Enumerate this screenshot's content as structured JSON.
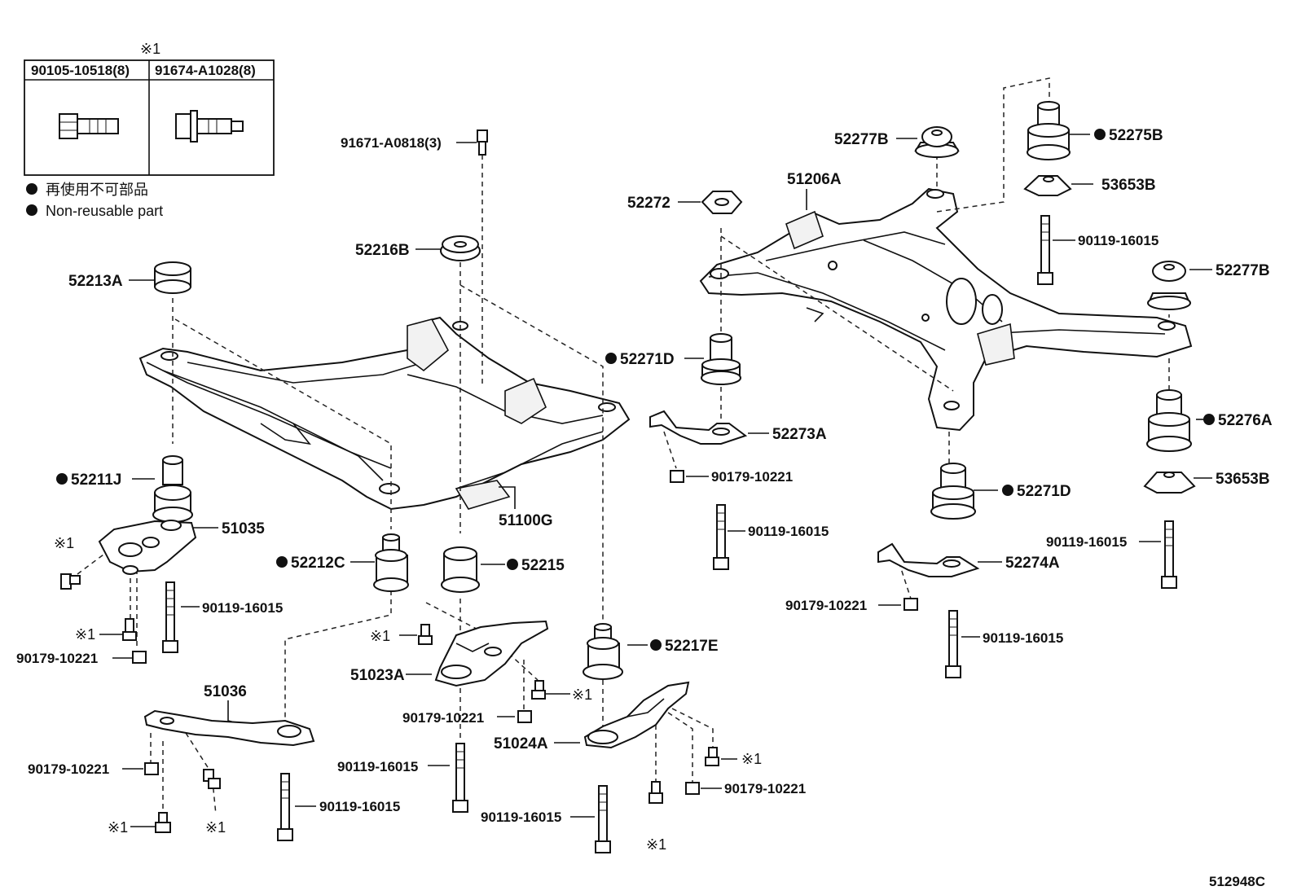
{
  "diagram_id": "512948C",
  "legend": {
    "ref_mark": "※1",
    "col1": "90105-10518(8)",
    "col2": "91674-A1028(8)",
    "note_jp": "再使用不可部品",
    "note_en": "Non-reusable part"
  },
  "marks": {
    "bullet": "●",
    "ref": "※1"
  },
  "labels": {
    "p91671": "91671-A0818(3)",
    "p52216B": "52216B",
    "p52213A": "52213A",
    "p52211J": "52211J",
    "p51035": "51035",
    "p90119_a": "90119-16015",
    "p90179_a": "90179-10221",
    "p51100G": "51100G",
    "p52212C": "52212C",
    "p52215": "52215",
    "p51023A": "51023A",
    "p90179_b": "90179-10221",
    "p51036": "51036",
    "p90179_c": "90179-10221",
    "p90119_b": "90119-16015",
    "p90119_c": "90119-16015",
    "p52217E": "52217E",
    "p51024A": "51024A",
    "p90179_d": "90179-10221",
    "p90119_d": "90119-16015",
    "p52277B_top": "52277B",
    "p52272": "52272",
    "p51206A": "51206A",
    "p52271D_a": "52271D",
    "p52273A": "52273A",
    "p90179_e": "90179-10221",
    "p90119_e": "90119-16015",
    "p52275B": "52275B",
    "p53653B_top": "53653B",
    "p90119_f": "90119-16015",
    "p52277B_right": "52277B",
    "p52276A": "52276A",
    "p53653B_right": "53653B",
    "p90119_g": "90119-16015",
    "p52271D_b": "52271D",
    "p52274A": "52274A",
    "p90179_f": "90179-10221",
    "p90119_h": "90119-16015"
  }
}
